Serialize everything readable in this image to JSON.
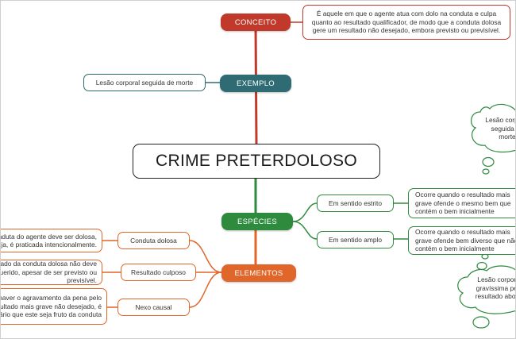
{
  "central": "CRIME PRETERDOLOSO",
  "branches": {
    "conceito": {
      "label": "CONCEITO",
      "color": "#c0392b",
      "text": "É aquele em que o agente atua com dolo na conduta e culpa quanto ao resultado qualificador, de modo que a conduta dolosa gere um resultado não desejado, embora previsto ou previsível."
    },
    "exemplo": {
      "label": "EXEMPLO",
      "color": "#2e6b72",
      "text": "Lesão corporal seguida de morte"
    },
    "especies": {
      "label": "ESPÉCIES",
      "color": "#2e8b3e",
      "items": [
        {
          "label": "Em sentido estrito",
          "desc": "Ocorre quando o resultado mais grave ofende o mesmo bem que contém o bem inicialmente"
        },
        {
          "label": "Em sentido amplo",
          "desc": "Ocorre quando o resultado mais grave ofende bem diverso que não contém o bem inicialmente"
        }
      ],
      "clouds": [
        "Lesão corporal seguida de morte",
        "Lesão corporal gravíssima pelo resultado aborto"
      ]
    },
    "elementos": {
      "label": "ELEMENTOS",
      "color": "#e0662a",
      "items": [
        {
          "label": "Conduta dolosa",
          "desc": "A conduta do agente deve ser dolosa, ou seja, é praticada intencionalmente."
        },
        {
          "label": "Resultado culposo",
          "desc": "O resultado da conduta dolosa não deve ser querido, apesar de ser previsto ou previsível."
        },
        {
          "label": "Nexo causal",
          "desc": "Para haver o agravamento da pena pelo resultado mais grave não desejado, é necessário que este seja fruto da conduta"
        }
      ]
    }
  }
}
